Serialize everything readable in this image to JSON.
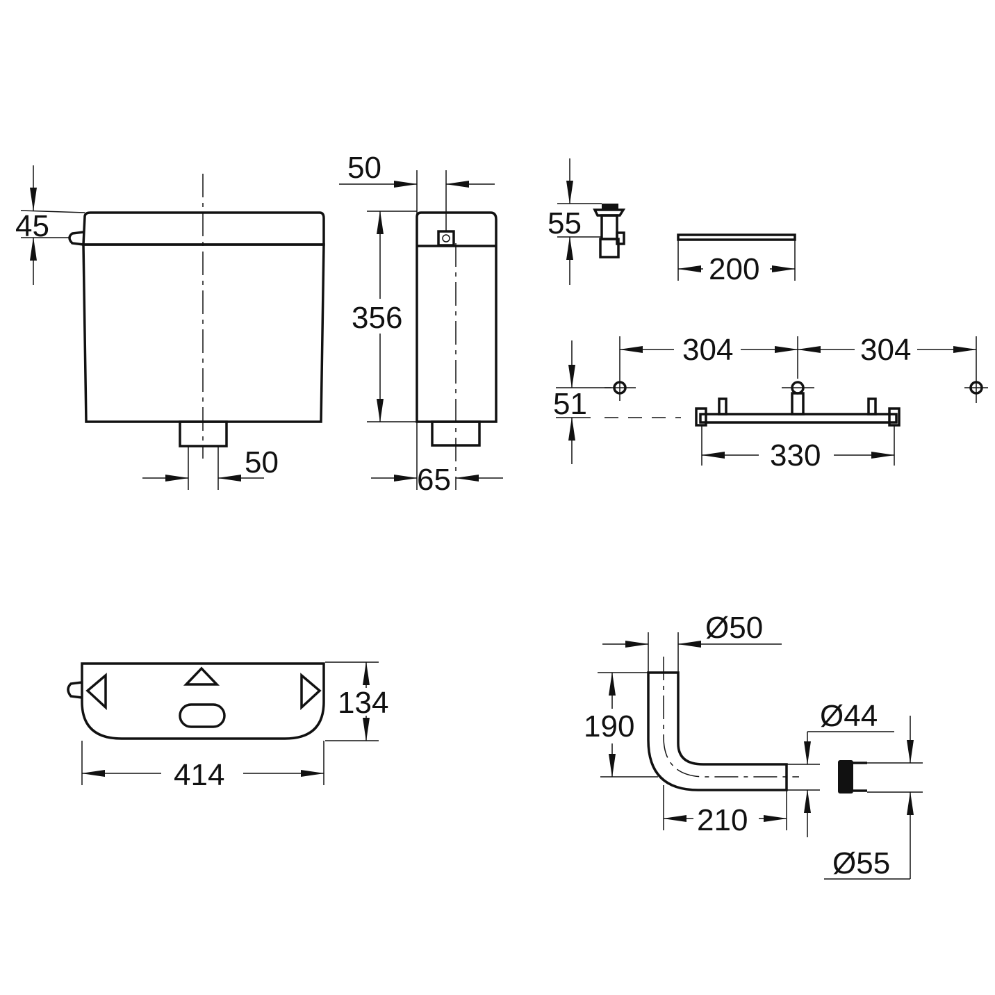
{
  "diagram": {
    "front_view": {
      "height_lid": "45",
      "width_outlet_pipe": "50"
    },
    "side_view": {
      "depth_top": "50",
      "height": "356",
      "outlet_offset": "65"
    },
    "valve": {
      "height": "55"
    },
    "bar": {
      "length": "200"
    },
    "bracket": {
      "spacing_left": "304",
      "spacing_right": "304",
      "offset_height": "51",
      "width": "330"
    },
    "top_view": {
      "depth": "134",
      "width": "414"
    },
    "bend_pipe": {
      "diameter_top": "Ø50",
      "height": "190",
      "length": "210",
      "diameter_end": "Ø44",
      "coupling_diameter": "Ø55"
    }
  }
}
